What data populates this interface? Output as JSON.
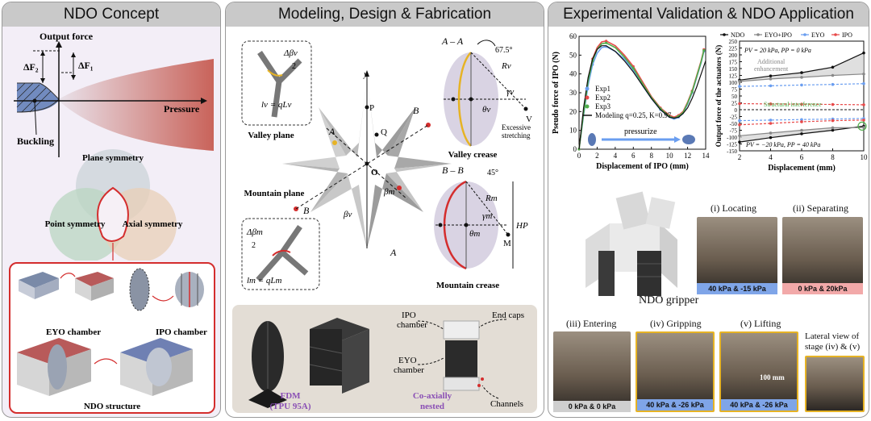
{
  "panel1": {
    "title": "NDO Concept",
    "output_force": "Output force",
    "delta_f2": "ΔF₂",
    "delta_f1": "ΔF₁",
    "pressure": "Pressure",
    "buckling": "Buckling",
    "venn": {
      "plane": "Plane symmetry",
      "point": "Point symmetry",
      "axial": "Axial symmetry"
    },
    "eyo_chamber": "EYO chamber",
    "ipo_chamber": "IPO chamber",
    "ndo_structure": "NDO structure"
  },
  "panel2": {
    "title": "Modeling, Design & Fabrication",
    "dbeta_v": "Δβv",
    "two": "2",
    "l_v": "lv = qLv",
    "valley_plane": "Valley plane",
    "mountain_plane": "Mountain plane",
    "dbeta_m": "Δβm",
    "l_m": "lm = qLm",
    "y": "y",
    "P": "P",
    "Q": "Q",
    "O": "O",
    "A": "A",
    "B": "B",
    "beta_v": "βv",
    "beta_m": "βm",
    "section_aa": "A – A",
    "angle_675": "67.5°",
    "R_v": "Rv",
    "gamma_v": "γv",
    "theta_v": "θv",
    "V": "V",
    "excess_l1": "Excessive",
    "excess_l2": "stretching",
    "valley_crease": "Valley crease",
    "section_bb": "B – B",
    "angle_45": "45°",
    "R_m": "Rm",
    "gamma_m": "γm",
    "theta_m": "θm",
    "M": "M",
    "H_P": "HP",
    "mountain_crease": "Mountain crease",
    "fdm": "FDM",
    "tpu": "(TPU 95A)",
    "ipo_chamber_l1": "IPO",
    "ipo_chamber_l2": "chamber",
    "end_caps": "End caps",
    "eyo_chamber_l1": "EYO",
    "eyo_chamber_l2": "chamber",
    "channels": "Channels",
    "coax_l1": "Co-axially",
    "coax_l2": "nested"
  },
  "panel3": {
    "title": "Experimental Validation & NDO Application",
    "ndo_gripper": "NDO gripper",
    "legend_top": [
      "NDO",
      "EYO+IPO",
      "EYO",
      "IPO"
    ],
    "annot_pos": "PV = 20 kPa, PP = 0 kPa",
    "annot_neg": "PV = −20 kPa, PP = 40 kPa",
    "additional": "Additional",
    "enhancement": "enhancement",
    "structural": "Structural interference",
    "pressurize": "pressurize",
    "steps": [
      {
        "title": "(i) Locating",
        "cap": "40 kPa & -15 kPa"
      },
      {
        "title": "(ii) Separating",
        "cap": "0 kPa & 20kPa"
      },
      {
        "title": "(iii) Entering",
        "cap": "0 kPa & 0 kPa"
      },
      {
        "title": "(iv) Gripping",
        "cap": "40 kPa & -26 kPa"
      },
      {
        "title": "(v) Lifting",
        "cap": "40 kPa & -26 kPa"
      }
    ],
    "lateral_l1": "Lateral view of",
    "lateral_l2": "stage (iv) & (v)",
    "hundred_mm": "100 mm"
  },
  "chart_data": [
    {
      "type": "line",
      "title": "",
      "xlabel": "Displacement of IPO (mm)",
      "ylabel": "Pseudo force of IPO (N)",
      "xlim": [
        0,
        14
      ],
      "ylim": [
        0,
        60
      ],
      "xticks": [
        0,
        2,
        4,
        6,
        8,
        10,
        12,
        14
      ],
      "yticks": [
        0,
        10,
        20,
        30,
        40,
        50,
        60
      ],
      "legend": [
        "Exp1",
        "Exp2",
        "Exp3",
        "Modeling q=0.25, K=0.97"
      ],
      "series": [
        {
          "name": "Exp1",
          "color": "#6a9ef0",
          "x": [
            0,
            0.5,
            1,
            1.5,
            2,
            2.5,
            3,
            4,
            5,
            6,
            7,
            8,
            9,
            10,
            10.5,
            11,
            11.5,
            12,
            12.5,
            13,
            13.5,
            13.8
          ],
          "y": [
            0,
            18,
            34,
            45,
            51,
            54,
            54.5,
            52,
            48,
            42,
            34,
            27,
            21,
            17,
            16,
            17,
            19,
            24,
            30,
            38,
            46,
            52
          ]
        },
        {
          "name": "Exp2",
          "color": "#e84a4a",
          "x": [
            0,
            0.5,
            1,
            1.5,
            2,
            2.5,
            3,
            4,
            5,
            6,
            7,
            8,
            9,
            10,
            10.5,
            11,
            11.5,
            12,
            12.5,
            13,
            13.5,
            13.8
          ],
          "y": [
            0,
            20,
            37,
            48,
            54,
            57,
            57.5,
            55,
            50,
            44,
            36,
            28,
            22,
            18,
            17,
            18,
            20,
            25,
            31,
            39,
            47,
            53
          ]
        },
        {
          "name": "Exp3",
          "color": "#4fae4a",
          "x": [
            0,
            0.5,
            1,
            1.5,
            2,
            2.5,
            3,
            4,
            5,
            6,
            7,
            8,
            9,
            10,
            10.5,
            11,
            11.5,
            12,
            12.5,
            13,
            13.5,
            13.8
          ],
          "y": [
            0,
            19,
            36,
            47,
            53,
            56,
            56.5,
            54,
            49,
            43,
            35,
            27.5,
            21.5,
            17.5,
            16.5,
            17.5,
            19.5,
            24.5,
            30.5,
            38.5,
            46.5,
            52.5
          ]
        },
        {
          "name": "Modeling q=0.25, K=0.97",
          "color": "#111111",
          "x": [
            0,
            0.5,
            1,
            1.5,
            2,
            2.5,
            3,
            4,
            5,
            6,
            7,
            8,
            9,
            10,
            10.5,
            11,
            11.5,
            12,
            12.5,
            13,
            13.5,
            14
          ],
          "y": [
            0,
            22,
            38,
            48,
            53,
            55,
            55,
            52,
            47,
            41,
            34,
            27,
            21,
            17,
            16.5,
            17,
            19,
            22,
            27,
            33,
            40,
            47
          ]
        }
      ],
      "annotations": [
        "Excessive stretching",
        "pressurize"
      ]
    },
    {
      "type": "line",
      "title": "",
      "xlabel": "Displacement (mm)",
      "ylabel": "Output force of the actuators (N)",
      "xlim": [
        2,
        10
      ],
      "ylim": [
        -150,
        250
      ],
      "xticks": [
        2,
        4,
        6,
        8,
        10
      ],
      "yticks": [
        -150,
        -125,
        -100,
        -75,
        -50,
        -25,
        0,
        25,
        50,
        75,
        100,
        125,
        150,
        175,
        200,
        225,
        250
      ],
      "categories": [
        2,
        4,
        6,
        8,
        10
      ],
      "series": [
        {
          "name": "NDO",
          "color": "#111111",
          "values": [
            108,
            123,
            135,
            155,
            207
          ]
        },
        {
          "name": "EYO+IPO",
          "color": "#888888",
          "values": [
            103,
            112,
            118,
            125,
            130
          ]
        },
        {
          "name": "EYO",
          "color": "#6a9ef0",
          "values": [
            85,
            87,
            90,
            92,
            95
          ]
        },
        {
          "name": "IPO",
          "color": "#e84a4a",
          "values": [
            22,
            21,
            20,
            19,
            18
          ]
        },
        {
          "name": "NDO (neg)",
          "color": "#111111",
          "values": [
            -118,
            -102,
            -88,
            -75,
            -60
          ]
        },
        {
          "name": "EYO+IPO (neg)",
          "color": "#888888",
          "values": [
            -95,
            -85,
            -75,
            -66,
            -65
          ]
        },
        {
          "name": "EYO (neg)",
          "color": "#6a9ef0",
          "values": [
            -40,
            -38,
            -36,
            -34,
            -32
          ]
        },
        {
          "name": "IPO (neg)",
          "color": "#e84a4a",
          "values": [
            -55,
            -50,
            -44,
            -40,
            -38
          ]
        }
      ],
      "annotations": [
        "PV = 20 kPa, PP = 0 kPa",
        "Additional enhancement",
        "Structural interference",
        "PV = −20 kPa, PP = 40 kPa"
      ]
    }
  ]
}
